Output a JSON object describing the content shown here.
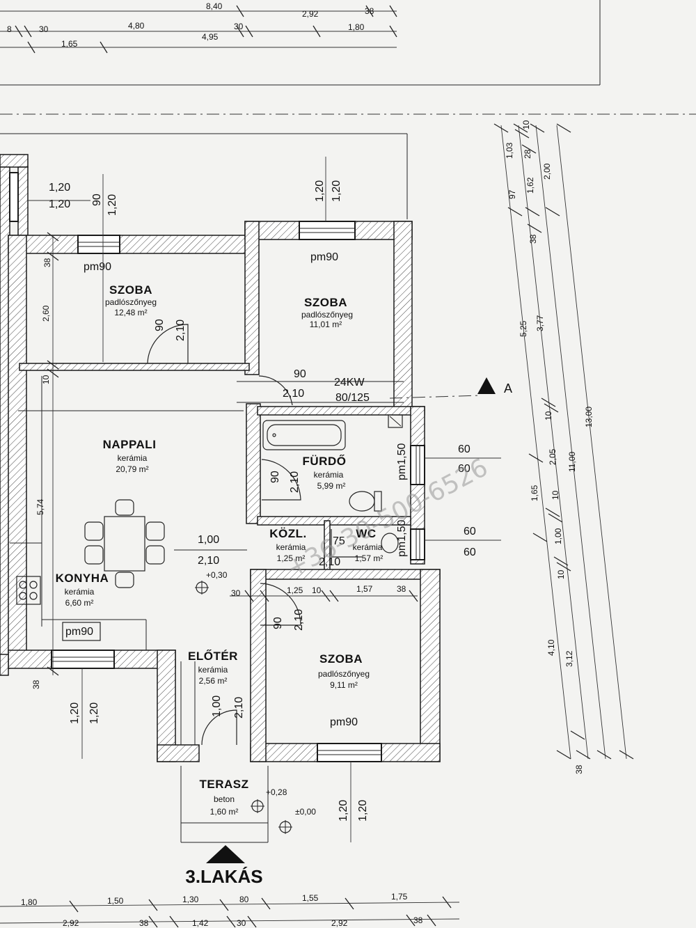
{
  "rooms": [
    {
      "name": "SZOBA",
      "floor": "padlószőnyeg",
      "area": "12,48 m²"
    },
    {
      "name": "SZOBA",
      "floor": "padlószőnyeg",
      "area": "11,01 m²"
    },
    {
      "name": "NAPPALI",
      "floor": "kerámia",
      "area": "20,79 m²"
    },
    {
      "name": "FÜRDŐ",
      "floor": "kerámia",
      "area": "5,99 m²"
    },
    {
      "name": "KÖZL.",
      "floor": "kerámia",
      "area": "1,25 m²"
    },
    {
      "name": "WC",
      "floor": "kerámia",
      "area": "1,57 m²"
    },
    {
      "name": "KONYHA",
      "floor": "kerámia",
      "area": "6,60 m²"
    },
    {
      "name": "ELŐTÉR",
      "floor": "kerámia",
      "area": "2,56 m²"
    },
    {
      "name": "SZOBA",
      "floor": "padlószőnyeg",
      "area": "9,11 m²"
    },
    {
      "name": "TERASZ",
      "floor": "beton",
      "area": "1,60 m²"
    }
  ],
  "windows": {
    "w1": "pm90",
    "w2": "pm90",
    "w3": "pm90",
    "w4": "pm90",
    "w5": "pm1,50",
    "w6": "pm1,50"
  },
  "openings": {
    "o1a": "1,20",
    "o1b": "1,20",
    "o2a": "90",
    "o2b": "1,20",
    "o3a": "1,20",
    "o3b": "1,20",
    "o4a": "90",
    "o4b": "2,10",
    "o5a": "90",
    "o5b": "2,10",
    "o6a": "60",
    "o6b": "60",
    "o7a": "60",
    "o7b": "60",
    "o8a": "1,00",
    "o8b": "2,10",
    "o9a": "90",
    "o9b": "2,10",
    "o10a": "75",
    "o10b": "2,10",
    "o11a": "90",
    "o11b": "2,10",
    "o12a": "1,00",
    "o12b": "2,10",
    "o13a": "1,20",
    "o13b": "1,20",
    "o14a": "1,20",
    "o14b": "1,20"
  },
  "boiler": {
    "label": "24KW",
    "size": "80/125"
  },
  "levels": {
    "l1": "+0,30",
    "l2": "+0,28",
    "l3": "±0,00"
  },
  "section_label": "A",
  "apartment_label": "3.LAKÁS",
  "watermark": "+36-30-500-6526",
  "dims": {
    "top": {
      "d1": "8,40",
      "d2": "8",
      "d3": "30",
      "d4": "4,80",
      "d5": "30",
      "d6": "2,92",
      "d7": "38",
      "d8": "1,65",
      "d9": "4,95",
      "d10": "1,80"
    },
    "left": {
      "d1": "38",
      "d2": "2,60",
      "d3": "10",
      "d4": "5,74",
      "d5": "38"
    },
    "inner": {
      "d1": "30",
      "d2": "1,25",
      "d3": "10",
      "d4": "1,57",
      "d5": "38"
    },
    "right": {
      "r1": "10",
      "r2": "1,03",
      "r3": "28",
      "r4": "97",
      "r5": "1,62",
      "r6": "2,00",
      "r7": "38",
      "r8": "5,25",
      "r9": "3,77",
      "r10": "10",
      "r11": "2,05",
      "r12": "1,65",
      "r13": "10",
      "r14": "11,00",
      "r15": "13,00",
      "r16": "1,00",
      "r17": "10",
      "r18": "4,10",
      "r19": "3,12",
      "r20": "38"
    },
    "bottom": {
      "b1": "1,80",
      "b2": "1,50",
      "b3": "1,30",
      "b4": "80",
      "b5": "1,55",
      "b6": "1,75",
      "b7": "2,92",
      "b8": "38",
      "b9": "1,42",
      "b10": "30",
      "b11": "2,92",
      "b12": "38"
    }
  }
}
